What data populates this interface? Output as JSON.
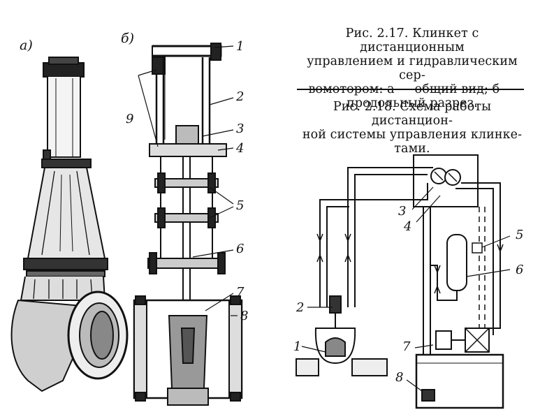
{
  "fig17": {
    "caption_lines": [
      "Рис. 2.17. Клинкет с дистанционным",
      "управлением и гидравлическим сер-",
      "вомотором: а — общий вид; б —",
      "продольный разрез."
    ],
    "panel_a_label": "а)",
    "panel_b_label": "б)",
    "callouts": [
      "1",
      "2",
      "3",
      "4",
      "5",
      "6",
      "7",
      "8",
      "9"
    ]
  },
  "fig18": {
    "caption_lines": [
      "Рис. 2.18. Схема работы дистанцион-",
      "ной системы управления клинке-",
      "тами."
    ],
    "callouts": [
      "1",
      "2",
      "3",
      "4",
      "5",
      "6",
      "7",
      "8"
    ]
  }
}
